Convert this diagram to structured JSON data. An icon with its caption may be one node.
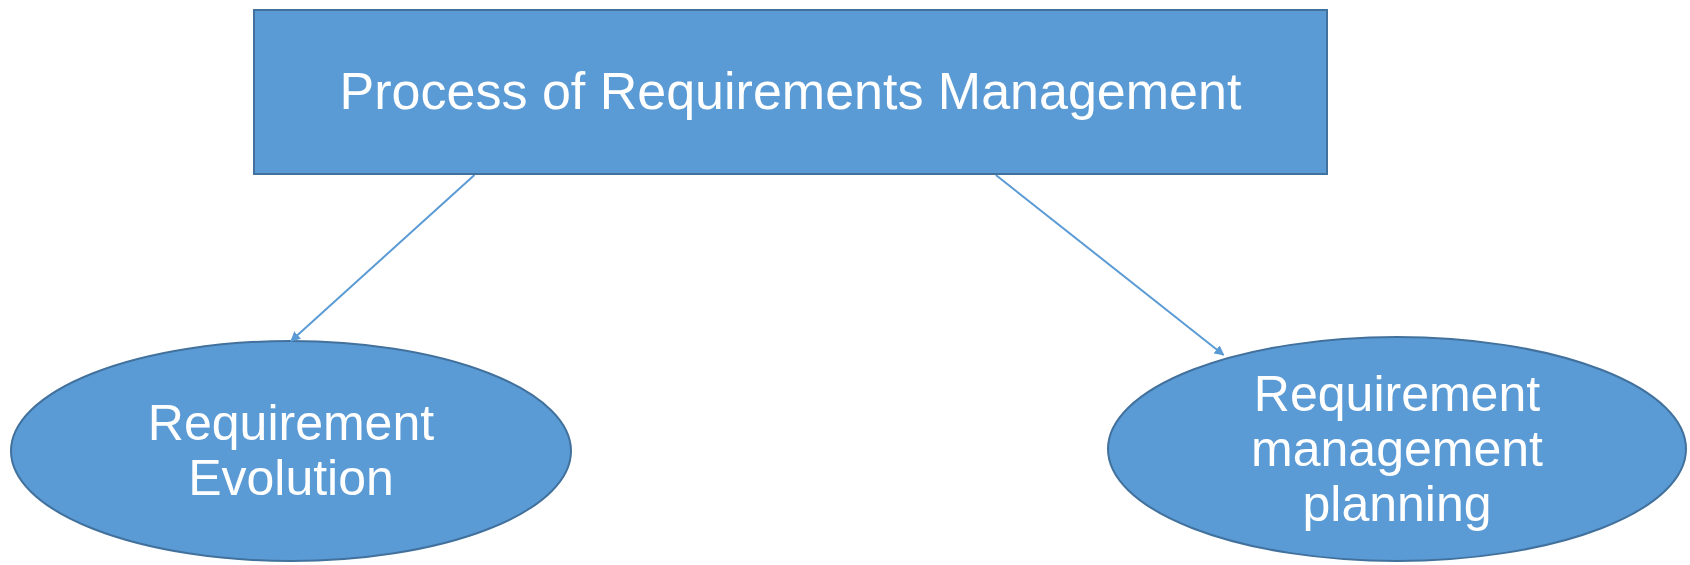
{
  "diagram": {
    "nodes": [
      {
        "text": [
          "Process of Requirements Management"
        ]
      },
      {
        "text": [
          "Requirement Evolution"
        ]
      },
      {
        "text": [
          "Requirement management planning"
        ]
      }
    ],
    "edges": [
      {
        "from": 0,
        "to": 1,
        "arrow": "to"
      },
      {
        "from": 0,
        "to": 2,
        "arrow": "to"
      }
    ]
  }
}
